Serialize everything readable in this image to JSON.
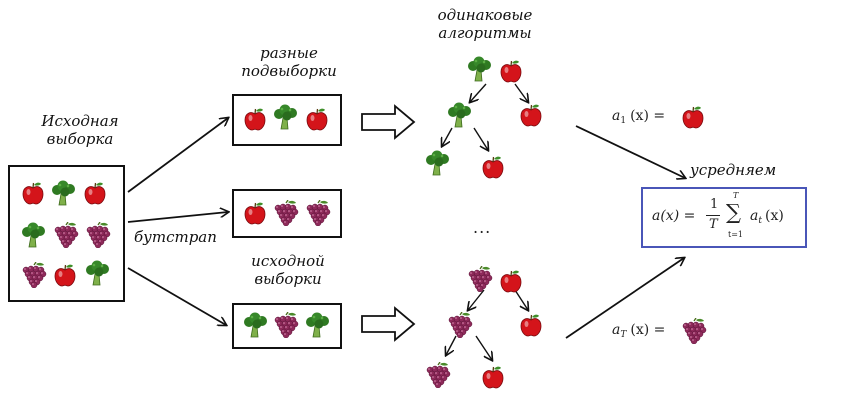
{
  "labels": {
    "source_sample": [
      "Исходная",
      "выборка"
    ],
    "different_subsamples": [
      "разные",
      "подвыборки"
    ],
    "bootstrap": "бутстрап",
    "of_source_sample": [
      "исходной",
      "выборки"
    ],
    "same_algorithms": [
      "одинаковые",
      "алгоритмы"
    ],
    "averaging": "усредняем",
    "ellipsis": "..."
  },
  "formulas": {
    "a1": {
      "base": "a",
      "sub": "1",
      "arg": "(x) ="
    },
    "aT": {
      "base": "a",
      "sub": "T",
      "arg": "(x) ="
    },
    "average": {
      "lhs": "a(x) =",
      "num": "1",
      "den": "T",
      "sum_top": "T",
      "sum_bottom": "t=1",
      "sigma": "∑",
      "term": "a",
      "term_sub": "t",
      "term_arg": "(x)"
    }
  },
  "fruits": {
    "source_grid": [
      "apple",
      "broccoli",
      "apple",
      "broccoli",
      "grapes",
      "grapes",
      "grapes",
      "apple",
      "broccoli"
    ],
    "subsample_1": [
      "apple",
      "broccoli",
      "apple"
    ],
    "subsample_2": [
      "apple",
      "grapes",
      "grapes"
    ],
    "subsample_3": [
      "broccoli",
      "grapes",
      "broccoli"
    ],
    "tree_1": {
      "root": [
        "broccoli",
        "apple"
      ],
      "left": "broccoli",
      "right": "apple",
      "left_left": "broccoli",
      "left_right": "apple"
    },
    "tree_2": {
      "root": [
        "grapes",
        "apple"
      ],
      "left": "grapes",
      "right": "apple",
      "left_left": "grapes",
      "left_right": "apple"
    },
    "a1_result": "apple",
    "aT_result": "grapes"
  },
  "colors": {
    "formula_border": "#4a56b8",
    "apple": "#d4141a",
    "broccoli": "#2f7a22",
    "grapes": "#8e2a5a"
  }
}
